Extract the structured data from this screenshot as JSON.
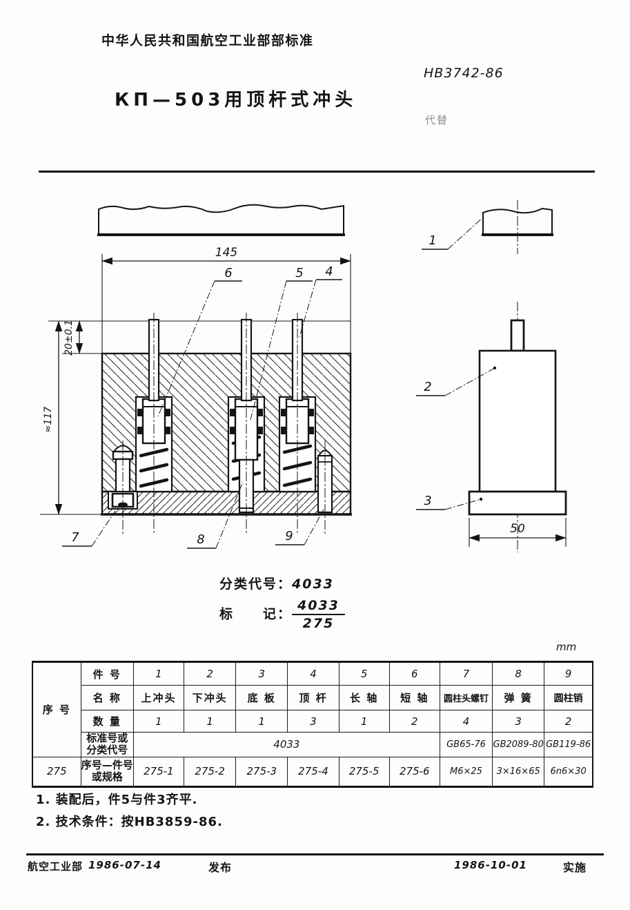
{
  "doc": {
    "org": "中华人民共和国航空工业部部标准",
    "standard_no": "HB3742-86",
    "title": "КП—503用顶杆式冲头",
    "supersedes": "代替",
    "unit": "mm"
  },
  "drawing": {
    "dims": {
      "w145": "145",
      "h20": "20±0.1",
      "h117": "≈117",
      "w50": "50"
    },
    "callouts": [
      "1",
      "2",
      "3",
      "4",
      "5",
      "6",
      "7",
      "8",
      "9"
    ]
  },
  "classification": {
    "class_label": "分类代号：",
    "class_value": "4033",
    "mark_label": "标　　记：",
    "mark_num": "4033",
    "mark_den": "275"
  },
  "table": {
    "row_headers": {
      "series": "序  号",
      "part_no": "件  号",
      "name": "名  称",
      "qty": "数  量",
      "std_l1": "标准号或",
      "std_l2": "分类代号",
      "spec_l1": "序号—件号",
      "spec_l2": "或规格"
    },
    "series_value": "275",
    "part_numbers": [
      "1",
      "2",
      "3",
      "4",
      "5",
      "6",
      "7",
      "8",
      "9"
    ],
    "names": [
      "上冲头",
      "下冲头",
      "底  板",
      "顶  杆",
      "长  轴",
      "短  轴",
      "圆柱头螺钉",
      "弹  簧",
      "圆柱销"
    ],
    "quantities": [
      "1",
      "1",
      "1",
      "3",
      "1",
      "2",
      "4",
      "3",
      "2"
    ],
    "std_shared": "4033",
    "std_gb": [
      "GB65-76",
      "GB2089-80",
      "GB119-86"
    ],
    "spec": [
      "275-1",
      "275-2",
      "275-3",
      "275-4",
      "275-5",
      "275-6",
      "M6×25",
      "3×16×65",
      "6n6×30"
    ]
  },
  "notes": [
    "1.  装配后，件5与件3齐平.",
    "2.  技术条件：按HB3859-86."
  ],
  "footer": {
    "org": "航空工业部",
    "issue_date": "1986-07-14",
    "publish_label": "发布",
    "impl_date": "1986-10-01",
    "impl_label": "实施"
  }
}
